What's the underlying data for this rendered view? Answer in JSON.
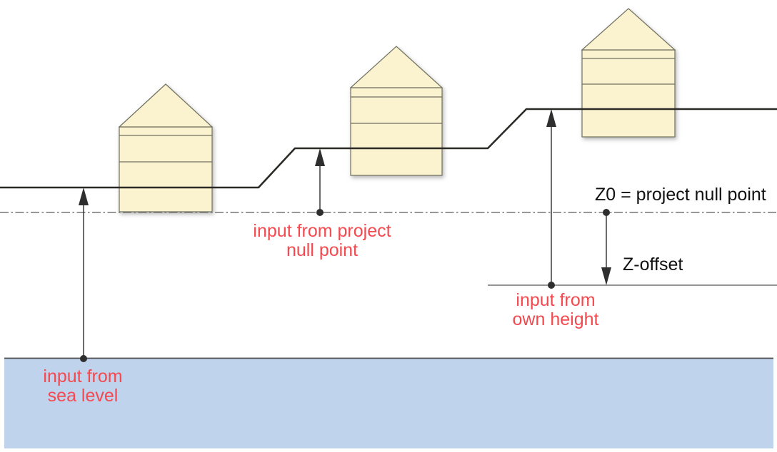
{
  "diagram": {
    "type": "elevation-height-input-schematic",
    "labels": {
      "sea_level": {
        "line1": "input from",
        "line2": "sea level"
      },
      "project_null": {
        "line1": "input from project",
        "line2": "null point"
      },
      "own_height": {
        "line1": "input from",
        "line2": "own height"
      },
      "z0": "Z0 = project null point",
      "z_offset": "Z-offset"
    },
    "colors": {
      "background": "#ffffff",
      "sea_fill": "#c0d3ec",
      "house_fill": "#fbf2cf",
      "house_border": "#70705f",
      "terrain_line": "#2b2a26",
      "datum_line": "#777777",
      "arrow": "#2e2e2e",
      "label_red": "#f4494f",
      "label_black": "#111111"
    }
  }
}
